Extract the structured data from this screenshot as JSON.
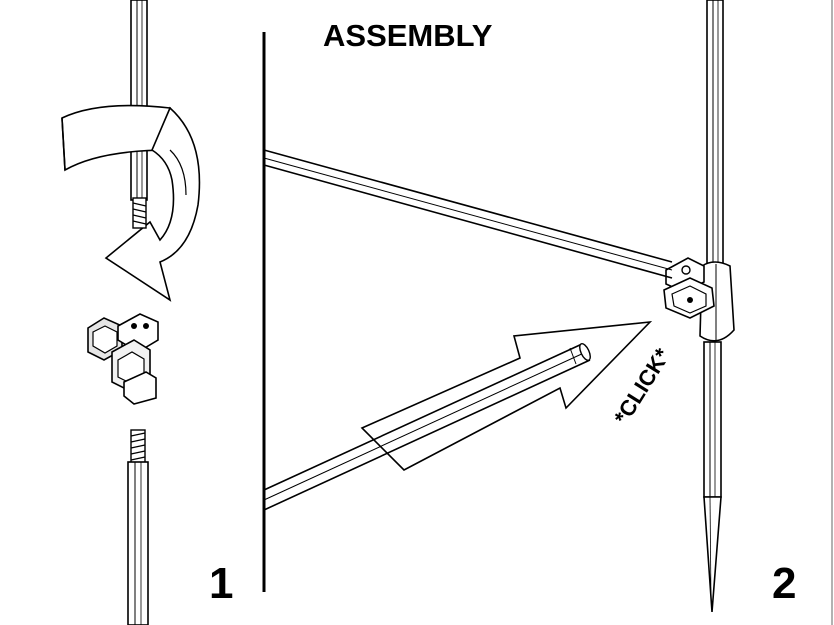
{
  "title": "ASSEMBLY",
  "steps": [
    {
      "number": "1"
    },
    {
      "number": "2"
    }
  ],
  "annotation": "*CLICK*",
  "icons": {
    "twist": "twist-arrow-icon",
    "push": "push-arrow-icon",
    "connector": "three-way-connector-icon"
  },
  "colors": {
    "line": "#000000",
    "fill": "#ffffff",
    "shade": "#d9d9d9"
  }
}
